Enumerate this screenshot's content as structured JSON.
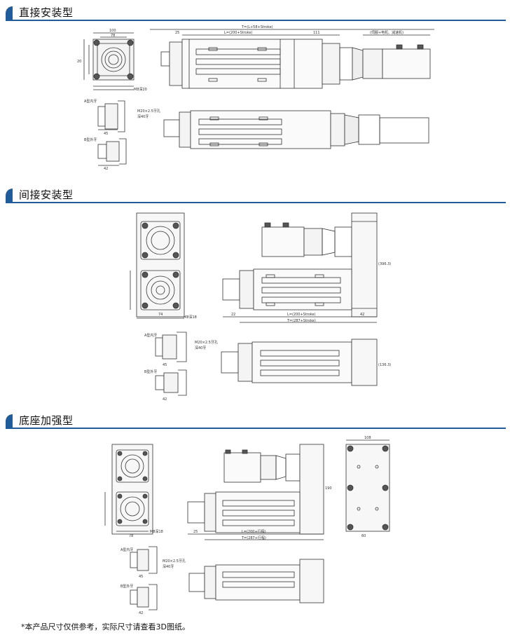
{
  "sections": [
    {
      "title": "直接安装型"
    },
    {
      "title": "间接安装型"
    },
    {
      "title": "底座加强型"
    }
  ],
  "footnote": "*本产品尺寸仅供参考，实际尺寸请查看3D图纸。",
  "colors": {
    "accent": "#1f5c99",
    "line": "#333333",
    "fill": "#f4f4f4"
  },
  "direct": {
    "dim_100": "100",
    "dim_78": "78",
    "dim_m": "M8深20",
    "dim_20": "20",
    "dim_L": "L=(200+Stroke)",
    "dim_T": "T=(L+58+Stroke)",
    "dim_111": "111",
    "dim_25": "25",
    "motor_note": "(伺服+电机、减速机)",
    "thread_note": "M20×2.5牙孔",
    "depth_note": "深40牙",
    "a_label": "A型内牙",
    "b_label": "B型外牙",
    "dim_45": "45",
    "dim_42": "42"
  },
  "indirect": {
    "dim_74": "74",
    "dim_m": "M8深18",
    "dim_L": "L=(200+Stroke)",
    "dim_T": "T=(287+Stroke)",
    "dim_42": "42",
    "dim_22": "22",
    "dim_side": "(396.3)",
    "thread_note": "M20×2.5牙孔",
    "depth_note": "深40牙",
    "dim_1363": "(136.3)",
    "a_label": "A型内牙",
    "b_label": "B型外牙",
    "dim_45": "45",
    "dim_42b": "42"
  },
  "base": {
    "dim_L": "L=(200+行程)",
    "dim_T": "T=(287+行程)",
    "dim_108": "108",
    "dim_60": "60",
    "dim_190": "190",
    "dim_m": "M8深18",
    "thread_note": "M20×2.5牙孔",
    "depth_note": "深40牙",
    "a_label": "A型内牙",
    "b_label": "B型外牙",
    "dim_45": "45",
    "dim_42": "42",
    "dim_78": "78",
    "dim_25": "25"
  }
}
